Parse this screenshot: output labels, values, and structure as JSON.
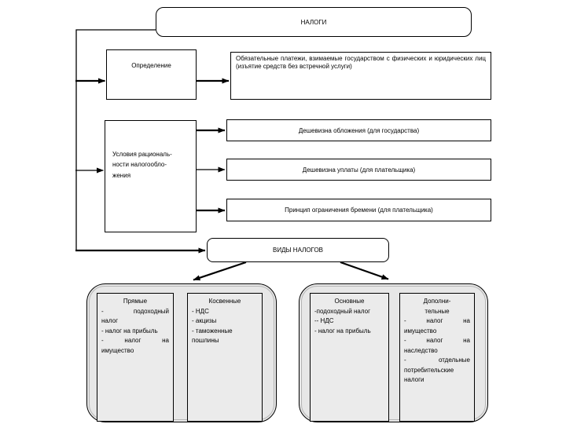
{
  "page_title": "НАЛОГИ",
  "definition": {
    "label": "Определение",
    "text": "Обязательные платежи, взимаемые государством с физических и юридических лиц (изъятие средств без встречной услуги)"
  },
  "conditions": {
    "label": "Условия рациональ-\nности налогообло-\nжения",
    "items": [
      "Дешевизна обложения (для государства)",
      "Дешевизна уплаты (для плательщика)",
      "Принцип ограничения бремени (для плательщика)"
    ]
  },
  "types": {
    "label": "ВИДЫ НАЛОГОВ",
    "groups": [
      {
        "title": "Прямые",
        "items": [
          "- подоходный\nналог",
          "- налог на прибыль",
          "- налог на\nимущество"
        ]
      },
      {
        "title": "Косвенные",
        "items": [
          "- НДС",
          "- акцизы",
          "- таможенные\nпошлины"
        ]
      },
      {
        "title": "Основные",
        "items": [
          "-подоходный налог",
          "-- НДС",
          "- налог на прибыль"
        ]
      },
      {
        "title": "Дополни-\nтельные",
        "items": [
          "- налог на\nимущество",
          "- налог на\nнаследство",
          "- отдельные\nпотребительские\nналоги"
        ]
      }
    ]
  },
  "colors": {
    "line": "#000000",
    "node_fill": "#ffffff",
    "group_fill": "#e7e7e7",
    "inner_fill": "#ebebeb",
    "background": "#ffffff"
  }
}
